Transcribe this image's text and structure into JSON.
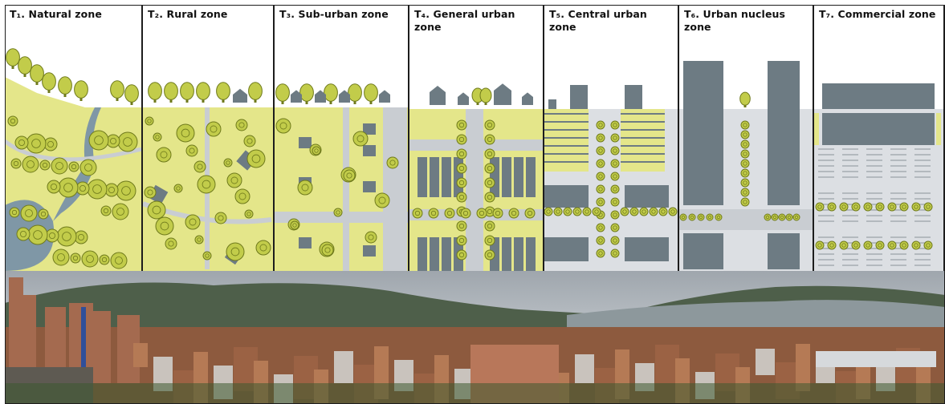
{
  "zones": [
    {
      "title": "T₁. Natural zone",
      "icon": "natural-zone-diagram"
    },
    {
      "title": "T₂. Rural zone",
      "icon": "rural-zone-diagram"
    },
    {
      "title": "T₃. Sub-urban zone",
      "icon": "suburban-zone-diagram"
    },
    {
      "title": "T₄. General urban zone",
      "icon": "general-urban-zone-diagram"
    },
    {
      "title": "T₅. Central urban zone",
      "icon": "central-urban-zone-diagram"
    },
    {
      "title": "T₆. Urban nucleus zone",
      "icon": "urban-nucleus-zone-diagram"
    },
    {
      "title": "T₇. Commercial zone",
      "icon": "commercial-zone-diagram"
    }
  ],
  "colors": {
    "lawn": "#e4e68a",
    "tree_fill": "#c2cc4a",
    "tree_stroke": "#6f7a1c",
    "building": "#6d7b83",
    "road": "#c9cdd2",
    "pavement": "#dcdfe3",
    "water": "#7f97a6",
    "border": "#1d1d1d"
  },
  "photo": {
    "icon": "city-panorama-photo"
  }
}
